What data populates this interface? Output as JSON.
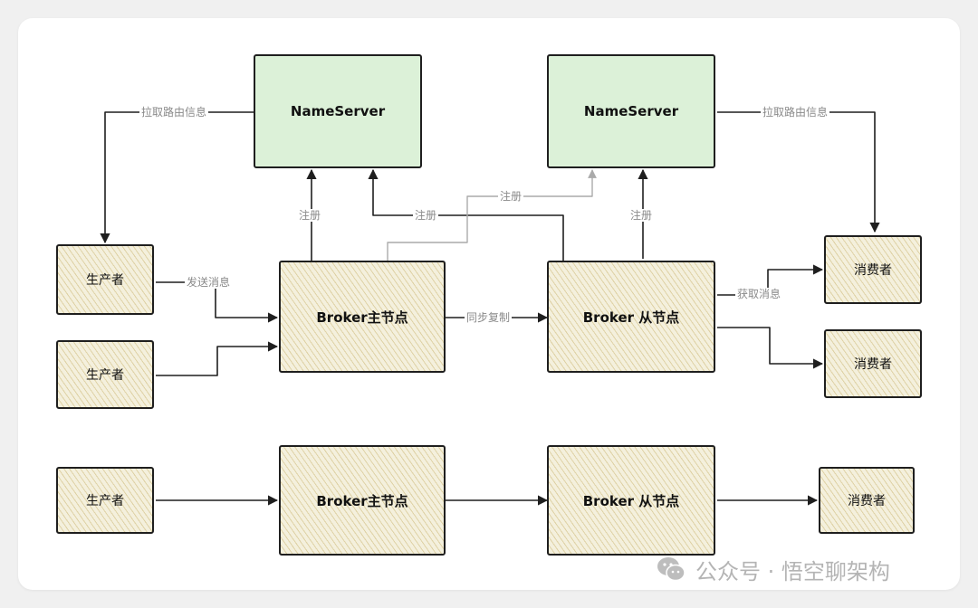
{
  "nodes": {
    "nameserver_left": "NameServer",
    "nameserver_right": "NameServer",
    "producer_1": "生产者",
    "producer_2": "生产者",
    "producer_3": "生产者",
    "broker_master_top": "Broker主节点",
    "broker_slave_top": "Broker 从节点",
    "broker_master_bottom": "Broker主节点",
    "broker_slave_bottom": "Broker 从节点",
    "consumer_1": "消费者",
    "consumer_2": "消费者",
    "consumer_3": "消费者"
  },
  "edges": {
    "pull_route_left": "拉取路由信息",
    "pull_route_right": "拉取路由信息",
    "send_message": "发送消息",
    "register_master": "注册",
    "register_slave_cross": "注册",
    "register_master_cross": "注册",
    "register_slave": "注册",
    "sync_replicate": "同步复制",
    "fetch_message": "获取消息"
  },
  "watermark": {
    "text": "公众号 · 悟空聊架构"
  },
  "colors": {
    "nameserver_fill": "#dcf1d8",
    "node_fill": "#f4f0dd",
    "hatch": "#cdb978",
    "stroke": "#1f1f1f",
    "secondary_line": "#aaaaaa"
  }
}
